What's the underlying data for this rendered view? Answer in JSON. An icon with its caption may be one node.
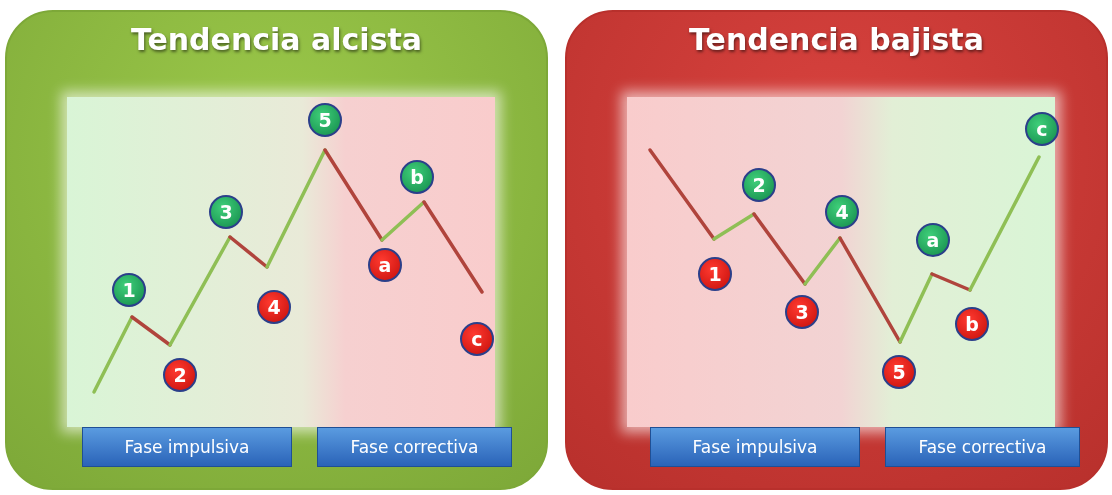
{
  "diagram": {
    "nodes": [
      {
        "text": [
          "Tendencia alcista"
        ]
      },
      {
        "text": [
          "1"
        ],
        "in": 0
      },
      {
        "text": [
          "2"
        ],
        "in": 0
      },
      {
        "text": [
          "3"
        ],
        "in": 0
      },
      {
        "text": [
          "4"
        ],
        "in": 0
      },
      {
        "text": [
          "5"
        ],
        "in": 0
      },
      {
        "text": [
          "a"
        ],
        "in": 0
      },
      {
        "text": [
          "b"
        ],
        "in": 0
      },
      {
        "text": [
          "c"
        ],
        "in": 0
      },
      {
        "text": [
          "Fase impulsiva"
        ],
        "in": 0
      },
      {
        "text": [
          "Fase correctiva"
        ],
        "in": 0
      },
      {
        "text": [
          "Tendencia bajista"
        ]
      },
      {
        "text": [
          "1"
        ],
        "in": 11
      },
      {
        "text": [
          "2"
        ],
        "in": 11
      },
      {
        "text": [
          "3"
        ],
        "in": 11
      },
      {
        "text": [
          "4"
        ],
        "in": 11
      },
      {
        "text": [
          "5"
        ],
        "in": 11
      },
      {
        "text": [
          "a"
        ],
        "in": 11
      },
      {
        "text": [
          "b"
        ],
        "in": 11
      },
      {
        "text": [
          "c"
        ],
        "in": 11
      },
      {
        "text": [
          "Fase impulsiva"
        ],
        "in": 11
      },
      {
        "text": [
          "Fase correctiva"
        ],
        "in": 11
      }
    ],
    "edges": []
  }
}
